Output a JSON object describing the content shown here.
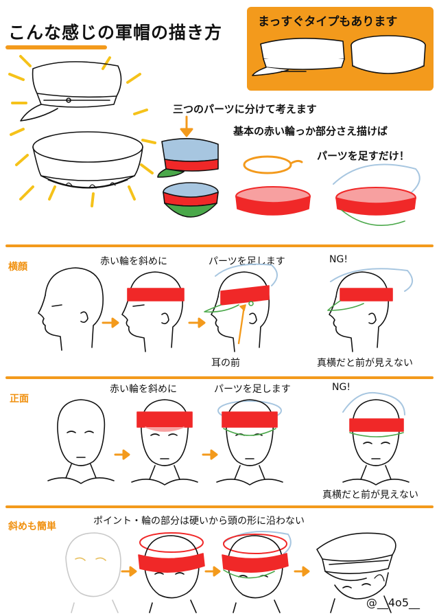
{
  "header": {
    "title": "こんな感じの軍帽の描き方",
    "orange_caption": "まっすぐタイプもあります"
  },
  "intro": {
    "three_parts": "三つのパーツに分けて考えます",
    "basic_ring": "基本の赤い輪っか部分さえ描けば",
    "add_parts": "パーツを足すだけ！"
  },
  "sections": [
    {
      "side_label": "横顔",
      "step1": "赤い輪を斜めに",
      "step2": "パーツを足します",
      "ng": "NG!",
      "note_front": "耳の前",
      "ng_note": "真横だと前が見えない"
    },
    {
      "side_label": "正面",
      "step1": "赤い輪を斜めに",
      "step2": "パーツを足します",
      "ng": "NG!",
      "ng_note": "真横だと前が見えない"
    },
    {
      "side_label": "斜めも簡単",
      "point": "ポイント・輪の部分は硬いから頭の形に沿わない"
    }
  ],
  "credit": "@__4o5__",
  "colors": {
    "accent_orange": "#f39a1c",
    "ring_red": "#f02828",
    "top_blue": "#a7c6e0",
    "visor_green": "#4aa84a"
  }
}
